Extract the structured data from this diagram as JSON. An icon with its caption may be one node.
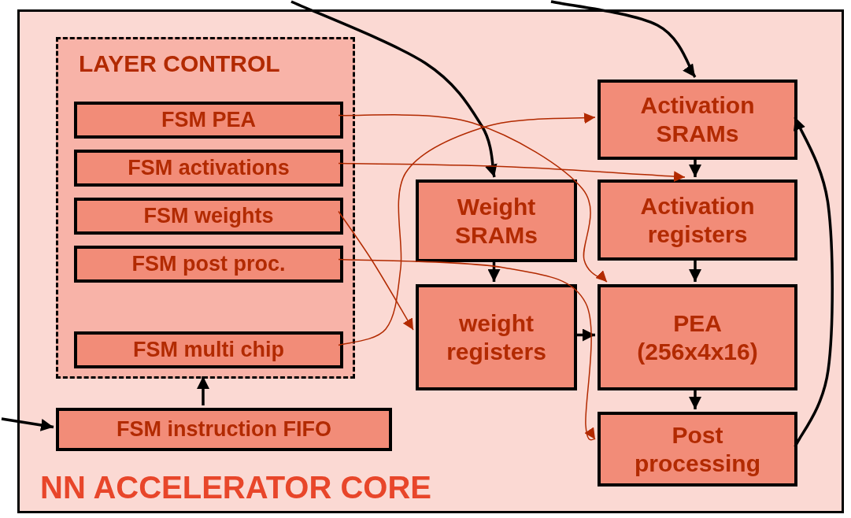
{
  "diagram": {
    "nodes": [
      {
        "text": [
          "NN ACCELERATOR CORE"
        ]
      },
      {
        "text": [
          "LAYER CONTROL"
        ],
        "in": 0
      },
      {
        "text": [
          "FSM PEA"
        ],
        "in": 1
      },
      {
        "text": [
          "FSM activations"
        ],
        "in": 1
      },
      {
        "text": [
          "FSM weights"
        ],
        "in": 1
      },
      {
        "text": [
          "FSM post proc."
        ],
        "in": 1
      },
      {
        "text": [
          "FSM multi chip"
        ],
        "in": 1
      },
      {
        "text": [
          "FSM instruction FIFO"
        ],
        "in": 0
      },
      {
        "text": [
          "Weight SRAMs"
        ],
        "in": 0
      },
      {
        "text": [
          "Activation SRAMs"
        ],
        "in": 0
      },
      {
        "text": [
          "Activation registers"
        ],
        "in": 0
      },
      {
        "text": [
          "weight registers"
        ],
        "in": 0
      },
      {
        "text": [
          "PEA (256x4x16)"
        ],
        "in": 0
      },
      {
        "text": [
          "Post processing"
        ],
        "in": 0
      }
    ],
    "edges": [
      {
        "from": null,
        "to": 8,
        "arrow": "to"
      },
      {
        "from": null,
        "to": 9,
        "arrow": "to"
      },
      {
        "from": null,
        "to": 7,
        "arrow": "to"
      },
      {
        "from": 7,
        "to": 1,
        "arrow": "to"
      },
      {
        "from": 8,
        "to": 11,
        "arrow": "to"
      },
      {
        "from": 9,
        "to": 10,
        "arrow": "to"
      },
      {
        "from": 10,
        "to": 12,
        "arrow": "to"
      },
      {
        "from": 11,
        "to": 12,
        "arrow": "to"
      },
      {
        "from": 12,
        "to": 13,
        "arrow": "to"
      },
      {
        "from": 13,
        "to": 9,
        "arrow": "to"
      },
      {
        "from": 2,
        "to": 12,
        "arrow": "to",
        "color": "#b22a00"
      },
      {
        "from": 3,
        "to": 10,
        "arrow": "to",
        "color": "#b22a00"
      },
      {
        "from": 4,
        "to": 11,
        "arrow": "to",
        "color": "#b22a00"
      },
      {
        "from": 5,
        "to": 13,
        "arrow": "to",
        "color": "#b22a00"
      },
      {
        "from": 6,
        "to": 9,
        "arrow": "to",
        "color": "#b22a00"
      }
    ]
  }
}
